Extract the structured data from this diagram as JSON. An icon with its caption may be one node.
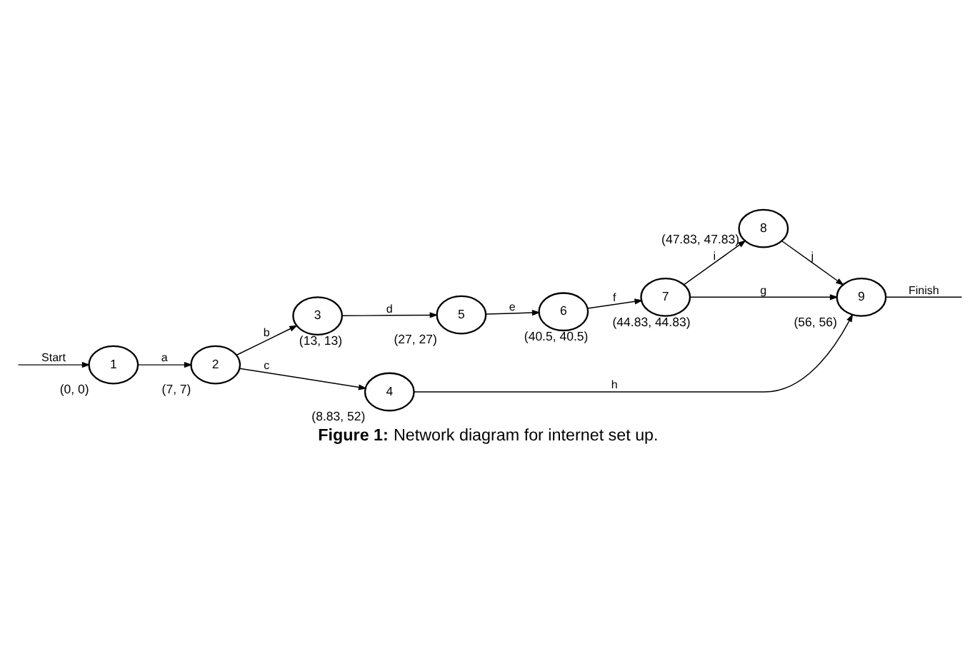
{
  "diagram": {
    "caption": "**Figure 1:** Network diagram for internet set up.",
    "nodes": [
      {
        "text": [
          "1"
        ],
        "beside": [
          "(0, 0)"
        ]
      },
      {
        "text": [
          "2"
        ],
        "beside": [
          "(7, 7)"
        ]
      },
      {
        "text": [
          "3"
        ],
        "beside": [
          "(13, 13)"
        ]
      },
      {
        "text": [
          "4"
        ],
        "beside": [
          "(8.83, 52)"
        ]
      },
      {
        "text": [
          "5"
        ],
        "beside": [
          "(27, 27)"
        ]
      },
      {
        "text": [
          "6"
        ],
        "beside": [
          "(40.5, 40.5)"
        ]
      },
      {
        "text": [
          "7"
        ],
        "beside": [
          "(44.83, 44.83)"
        ]
      },
      {
        "text": [
          "8"
        ],
        "beside": [
          "(47.83, 47.83)"
        ]
      },
      {
        "text": [
          "9"
        ],
        "beside": [
          "(56, 56)"
        ]
      }
    ],
    "edges": [
      {
        "from": null,
        "to": 0,
        "arrow": "to",
        "label": "Start"
      },
      {
        "from": 0,
        "to": 1,
        "arrow": "to",
        "label": "a"
      },
      {
        "from": 1,
        "to": 2,
        "arrow": "to",
        "label": "b"
      },
      {
        "from": 2,
        "to": 4,
        "arrow": "to",
        "label": "d"
      },
      {
        "from": 4,
        "to": 5,
        "arrow": "to",
        "label": "e"
      },
      {
        "from": 5,
        "to": 6,
        "arrow": "to",
        "label": "f"
      },
      {
        "from": 6,
        "to": 7,
        "arrow": "to",
        "label": "i"
      },
      {
        "from": 6,
        "to": 8,
        "arrow": "to",
        "label": "g"
      },
      {
        "from": 7,
        "to": 8,
        "arrow": "to",
        "label": "j"
      },
      {
        "from": 1,
        "to": 3,
        "arrow": "to",
        "label": "c"
      },
      {
        "from": 3,
        "to": 8,
        "arrow": "to",
        "label": "h"
      },
      {
        "from": 8,
        "to": null,
        "arrow": "none",
        "label": "Finish"
      }
    ]
  }
}
